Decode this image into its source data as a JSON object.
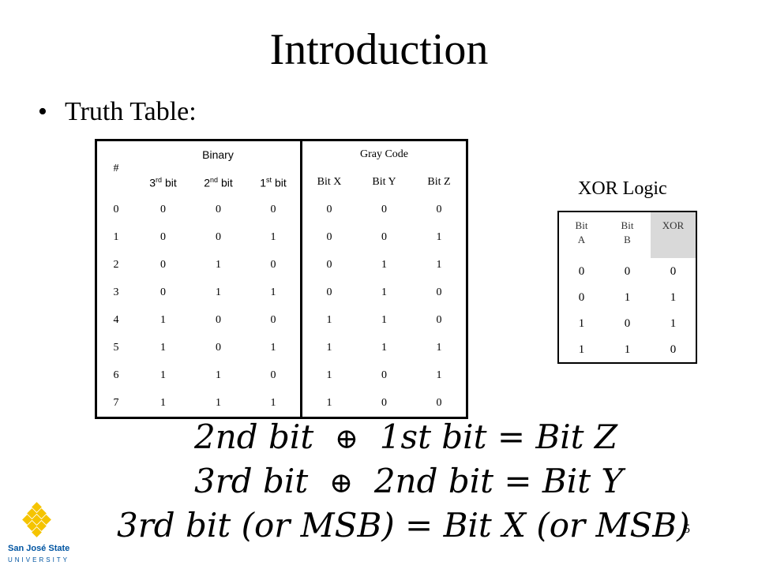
{
  "slide": {
    "title": "Introduction",
    "bullet": "Truth Table:",
    "page_number": "5"
  },
  "truth_table": {
    "col_hash": "#",
    "group_binary": "Binary",
    "group_gray": "Gray Code",
    "binary_cols": [
      {
        "num": "3",
        "sup": "rd",
        "rest": " bit"
      },
      {
        "num": "2",
        "sup": "nd",
        "rest": " bit"
      },
      {
        "num": "1",
        "sup": "st",
        "rest": " bit"
      }
    ],
    "gray_cols": [
      "Bit X",
      "Bit Y",
      "Bit Z"
    ],
    "rows": [
      [
        "0",
        "0",
        "0",
        "0",
        "0",
        "0",
        "0"
      ],
      [
        "1",
        "0",
        "0",
        "1",
        "0",
        "0",
        "1"
      ],
      [
        "2",
        "0",
        "1",
        "0",
        "0",
        "1",
        "1"
      ],
      [
        "3",
        "0",
        "1",
        "1",
        "0",
        "1",
        "0"
      ],
      [
        "4",
        "1",
        "0",
        "0",
        "1",
        "1",
        "0"
      ],
      [
        "5",
        "1",
        "0",
        "1",
        "1",
        "1",
        "1"
      ],
      [
        "6",
        "1",
        "1",
        "0",
        "1",
        "0",
        "1"
      ],
      [
        "7",
        "1",
        "1",
        "1",
        "1",
        "0",
        "0"
      ]
    ]
  },
  "xor_table": {
    "caption": "XOR Logic",
    "headers": [
      {
        "l1": "Bit",
        "l2": "A"
      },
      {
        "l1": "Bit",
        "l2": "B"
      },
      {
        "l1": "XOR",
        "l2": ""
      }
    ],
    "rows": [
      [
        "0",
        "0",
        "0"
      ],
      [
        "0",
        "1",
        "1"
      ],
      [
        "1",
        "0",
        "1"
      ],
      [
        "1",
        "1",
        "0"
      ]
    ]
  },
  "equations": {
    "eq1": {
      "left": "2nd bit",
      "op": "⊕",
      "right": "1st bit = Bit Z"
    },
    "eq2": {
      "left": "3rd bit",
      "op": "⊕",
      "right": "2nd bit = Bit Y"
    },
    "eq3": {
      "text": "3rd bit (or MSB) = Bit X (or MSB)"
    }
  },
  "logo": {
    "name": "San José State",
    "subtitle": "UNIVERSITY",
    "color": "#f5c400",
    "text_color": "#0055a2"
  }
}
